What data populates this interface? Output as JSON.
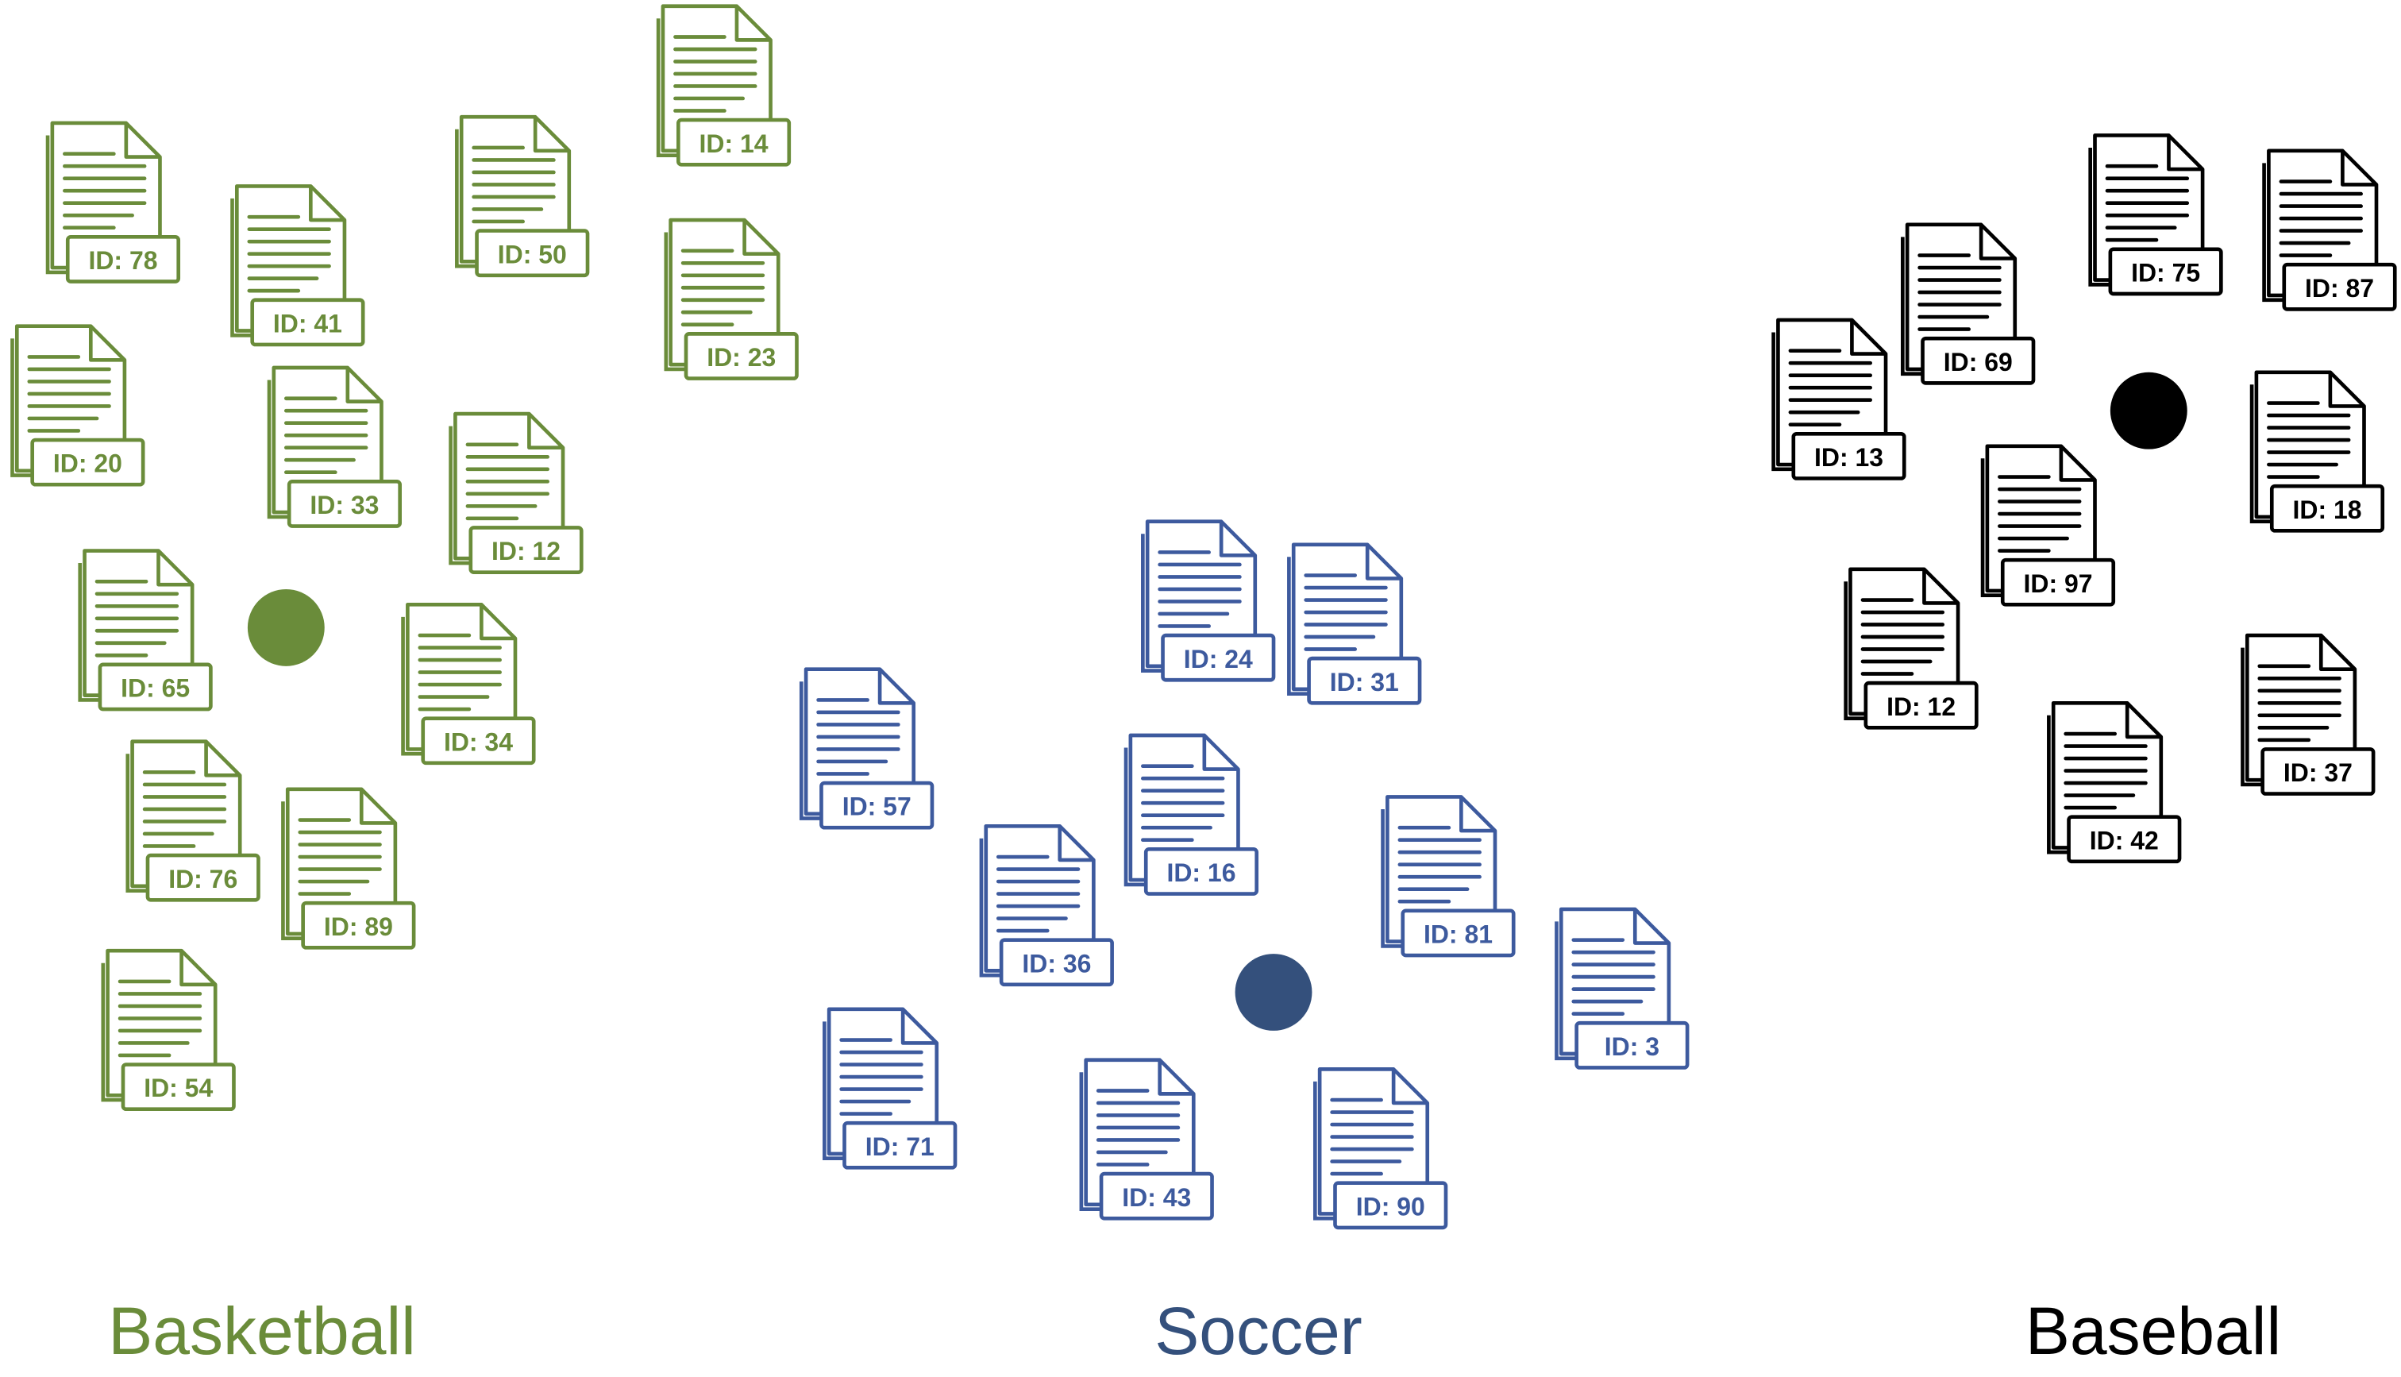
{
  "colors": {
    "basketball": "#6a8c3a",
    "soccer": "#3d5a9e",
    "soccer_centroid": "#34507c",
    "baseball": "#000000"
  },
  "icons": {
    "document": "document-icon",
    "centroid": "centroid-dot"
  },
  "clusters": [
    {
      "name": "basketball",
      "label": "Basketball",
      "documents": [
        "ID: 78",
        "ID: 41",
        "ID: 50",
        "ID: 14",
        "ID: 23",
        "ID: 20",
        "ID: 33",
        "ID: 12",
        "ID: 65",
        "ID: 34",
        "ID: 76",
        "ID: 89",
        "ID: 54"
      ]
    },
    {
      "name": "soccer",
      "label": "Soccer",
      "documents": [
        "ID: 24",
        "ID: 31",
        "ID: 57",
        "ID: 16",
        "ID: 36",
        "ID: 81",
        "ID: 3",
        "ID: 71",
        "ID: 43",
        "ID: 90"
      ]
    },
    {
      "name": "baseball",
      "label": "Baseball",
      "documents": [
        "ID: 75",
        "ID: 87",
        "ID: 69",
        "ID: 13",
        "ID: 18",
        "ID: 97",
        "ID: 12",
        "ID: 37",
        "ID: 42"
      ]
    }
  ]
}
